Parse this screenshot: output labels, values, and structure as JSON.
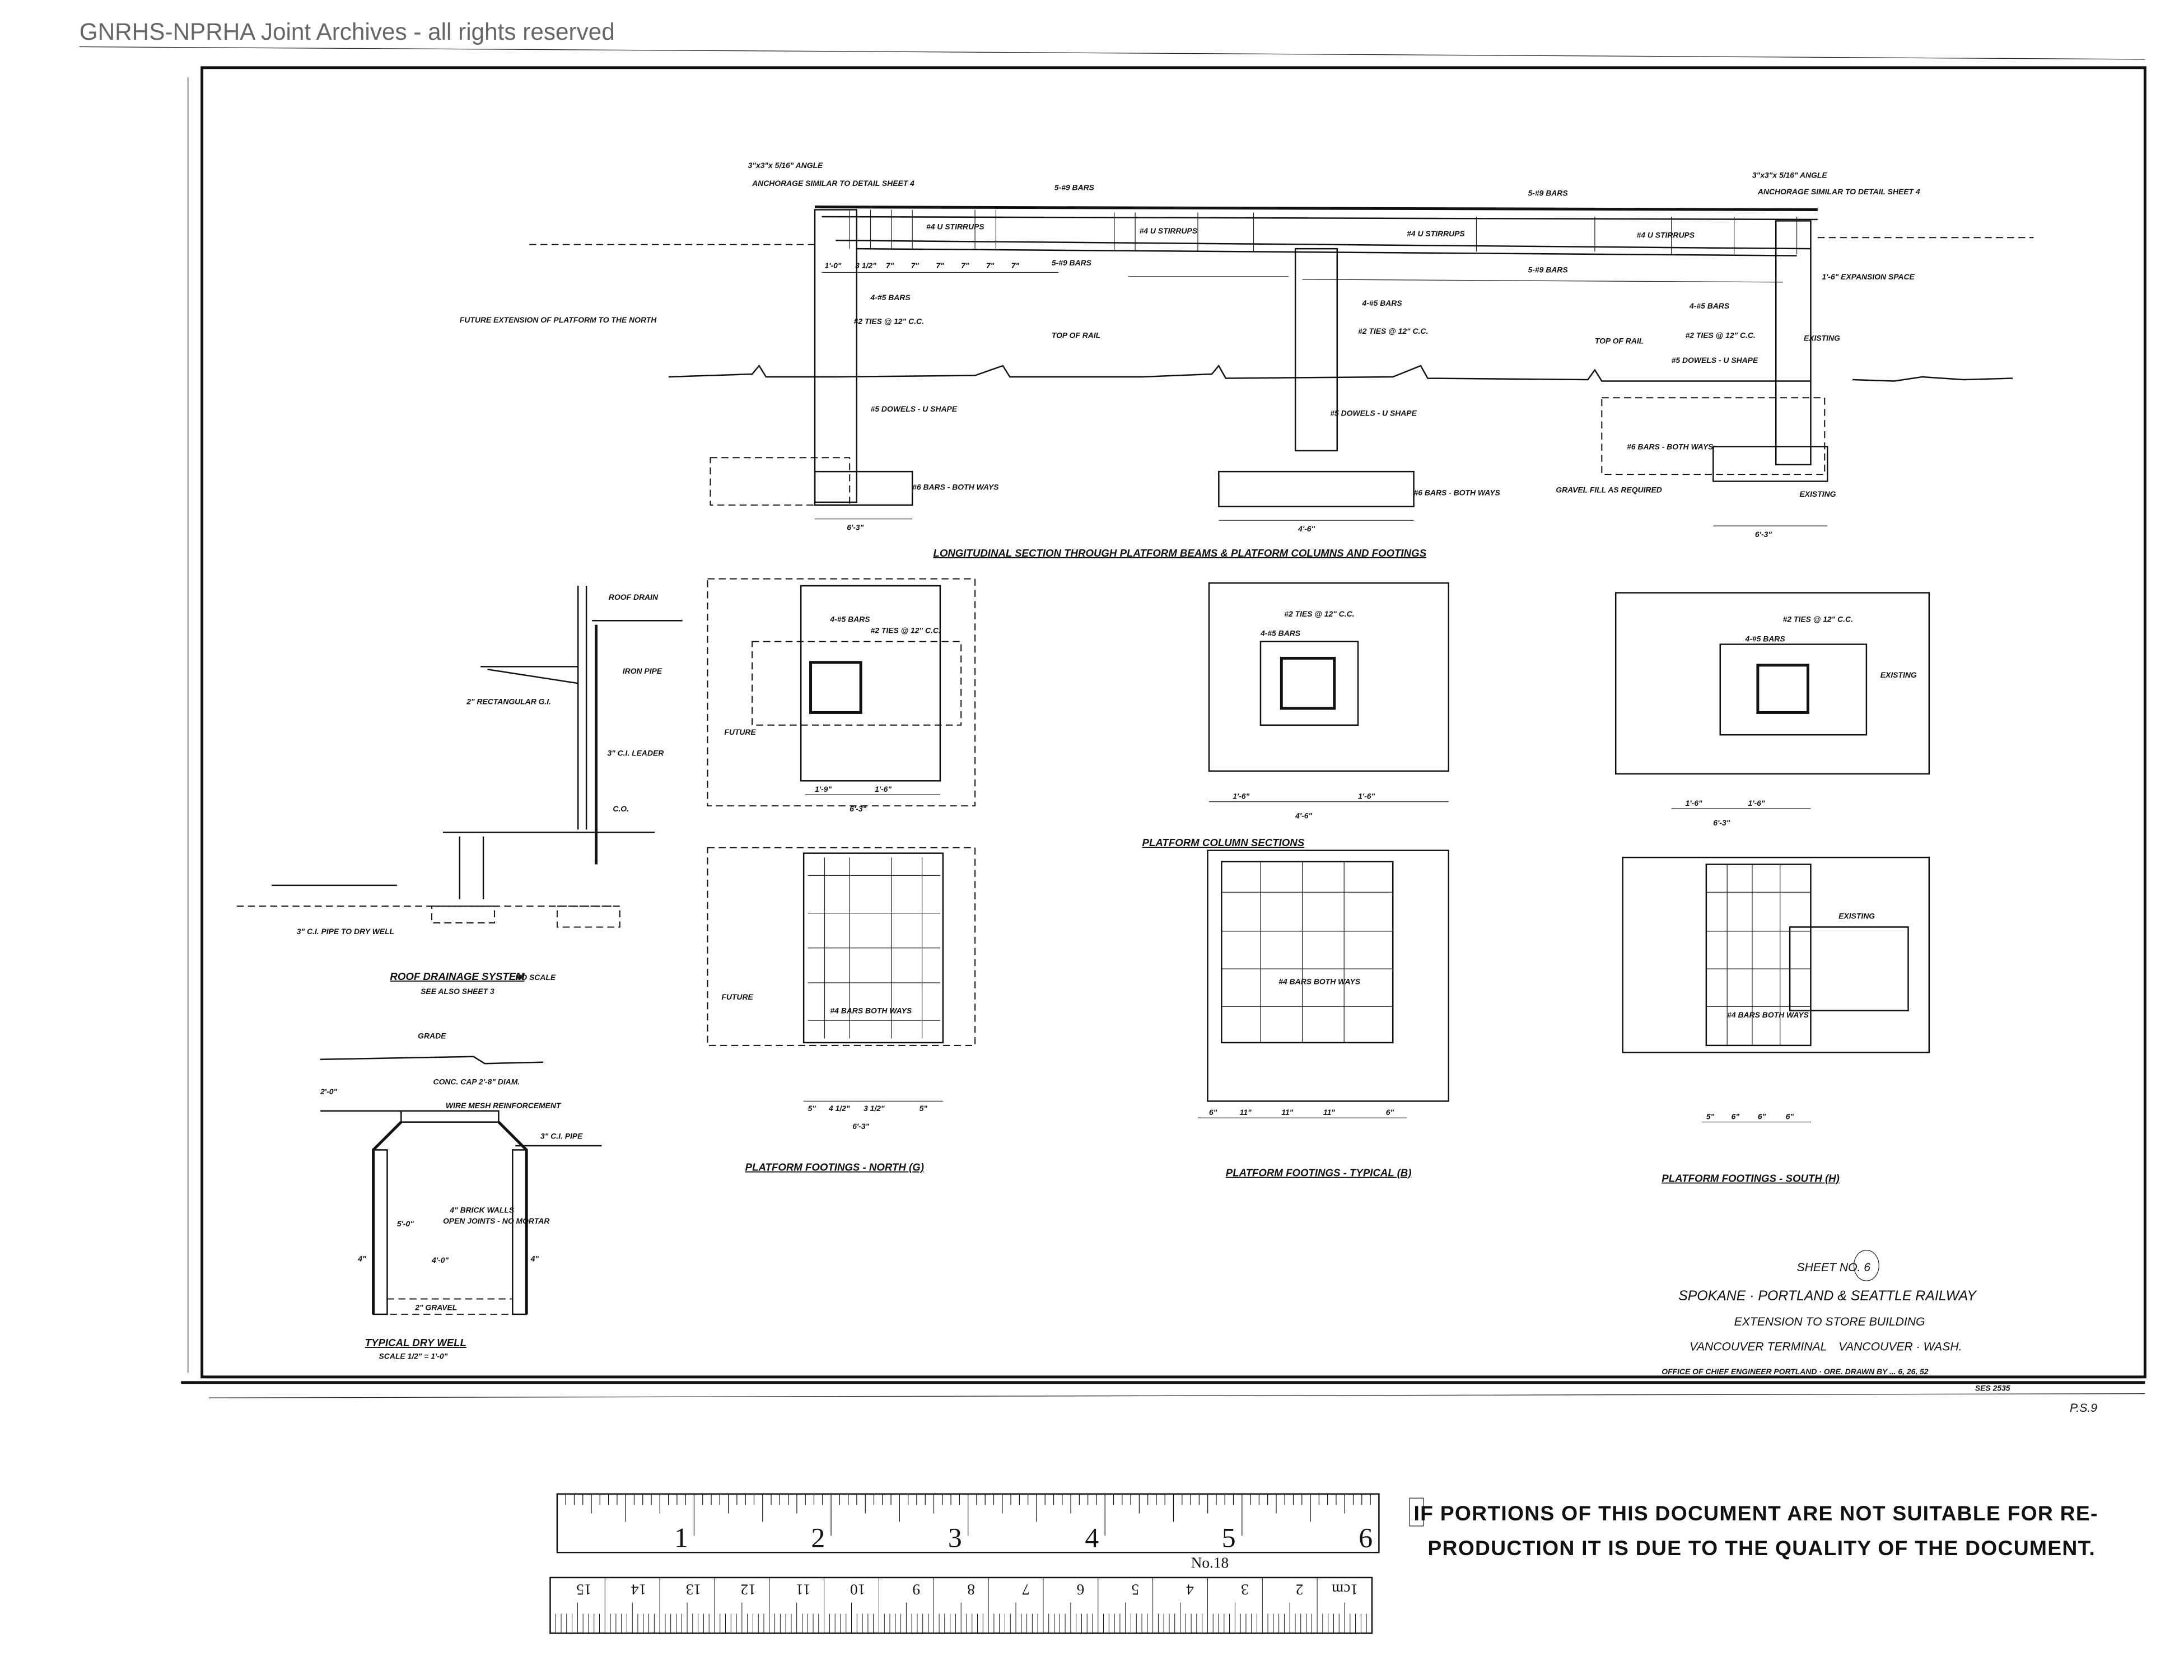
{
  "header": {
    "watermark": "GNRHS-NPRHA Joint Archives - all rights reserved"
  },
  "longitudinal_section": {
    "angle_left": "3\"x3\"x 5/16\" ANGLE",
    "anchorage_left": "ANCHORAGE SIMILAR TO DETAIL SHEET 4",
    "angle_right": "3\"x3\"x 5/16\" ANGLE",
    "anchorage_right": "ANCHORAGE SIMILAR TO DETAIL SHEET 4",
    "top_bars": [
      "5-#9 BARS",
      "5-#9 BARS"
    ],
    "bottom_bars": [
      "5-#9 BARS",
      "5-#9 BARS"
    ],
    "stirrups": [
      "#4 U STIRRUPS",
      "#4 U STIRRUPS",
      "#4 U STIRRUPS",
      "#4 U STIRRUPS"
    ],
    "future_extension": "FUTURE EXTENSION OF PLATFORM TO THE NORTH",
    "column_bars": [
      "4-#5 BARS",
      "4-#5 BARS",
      "4-#5 BARS"
    ],
    "ties": [
      "#2 TIES @ 12\" C.C.",
      "#2 TIES @ 12\" C.C.",
      "#2 TIES @ 12\" C.C."
    ],
    "top_of_rail": [
      "TOP OF RAIL",
      "TOP OF RAIL"
    ],
    "expansion_space": "1'-6\" EXPANSION SPACE",
    "existing": [
      "EXISTING",
      "EXISTING"
    ],
    "dowels": [
      "#5 DOWELS - U SHAPE",
      "#5 DOWELS - U SHAPE",
      "#5 DOWELS - U SHAPE"
    ],
    "footing_bars": [
      "#6 BARS - BOTH WAYS",
      "#6 BARS - BOTH WAYS",
      "#6 BARS - BOTH WAYS"
    ],
    "gravel_fill": "GRAVEL FILL AS REQUIRED",
    "spacing_dims": [
      "1'-0\"",
      "3 1/2\"",
      "7\"",
      "7\"",
      "7\"",
      "7\"",
      "7\"",
      "7\""
    ],
    "footing_dims": [
      "6'-3\"",
      "4'-6\"",
      "6'-3\""
    ],
    "title": "LONGITUDINAL SECTION THROUGH PLATFORM BEAMS & PLATFORM COLUMNS AND FOOTINGS"
  },
  "column_sections": {
    "title": "PLATFORM COLUMN SECTIONS",
    "north": {
      "bars": "4-#5 BARS",
      "ties": "#2 TIES @ 12\" C.C.",
      "future": "FUTURE",
      "dims": [
        "1'-9\"",
        "1'-6\"",
        "6'-3\""
      ]
    },
    "typical": {
      "bars": "4-#5 BARS",
      "ties": "#2 TIES @ 12\" C.C.",
      "dims": [
        "1'-6\"",
        "1'-6\"",
        "4'-6\""
      ]
    },
    "south": {
      "bars": "4-#5 BARS",
      "ties": "#2 TIES @ 12\" C.C.",
      "existing": "EXISTING",
      "dims": [
        "1'-6\"",
        "1'-6\"",
        "6'-3\""
      ]
    }
  },
  "footings": {
    "north": {
      "title": "PLATFORM FOOTINGS - NORTH (G)",
      "bars": "#4 BARS BOTH WAYS",
      "future": "FUTURE",
      "dims": [
        "5\"",
        "4 1/2\"",
        "3 1/2\"",
        "5\"",
        "6'-3\""
      ]
    },
    "typical": {
      "title": "PLATFORM FOOTINGS - TYPICAL (B)",
      "bars": "#4 BARS BOTH WAYS",
      "dims": [
        "6\"",
        "11\"",
        "11\"",
        "11\"",
        "6\""
      ]
    },
    "south": {
      "title": "PLATFORM FOOTINGS - SOUTH (H)",
      "bars": "#4 BARS BOTH WAYS",
      "existing": "EXISTING",
      "dims": [
        "5\"",
        "6\"",
        "6\"",
        "6\""
      ]
    }
  },
  "roof_drainage": {
    "roof_drain": "ROOF DRAIN",
    "iron_pipe": "IRON PIPE",
    "gutter": "2\" RECTANGULAR G.I.",
    "leader": "3\" C.I. LEADER",
    "cleanout": "C.O.",
    "pipe": "3\" C.I. PIPE TO DRY WELL",
    "title": "ROOF DRAINAGE SYSTEM",
    "scale": "NO SCALE",
    "see_also": "SEE ALSO SHEET 3"
  },
  "dry_well": {
    "grade": "GRADE",
    "cap": "CONC. CAP 2'-8\" DIAM.",
    "mesh": "WIRE MESH REINFORCEMENT",
    "pipe": "3\" C.I. PIPE",
    "walls": "4\" BRICK WALLS",
    "joints": "OPEN JOINTS - NO MORTAR",
    "width": "4'-0\"",
    "height": "5'-0\"",
    "depth": "2'-0\"",
    "wall_l": "4\"",
    "wall_r": "4\"",
    "gravel": "2\" GRAVEL",
    "title": "TYPICAL DRY WELL",
    "scale": "SCALE 1/2\" = 1'-0\""
  },
  "title_block": {
    "sheet": "SHEET NO. 6",
    "railway": "SPOKANE · PORTLAND & SEATTLE RAILWAY",
    "project": "EXTENSION TO STORE BUILDING",
    "terminal": "VANCOUVER TERMINAL",
    "city": "VANCOUVER · WASH.",
    "office": "OFFICE OF CHIEF ENGINEER   PORTLAND · ORE.   DRAWN BY ... 6, 26, 52",
    "drawing_no": "SES 2535",
    "page": "P.S.9"
  },
  "ruler": {
    "inches": [
      "1",
      "2",
      "3",
      "4",
      "5",
      "6"
    ],
    "cm": [
      "1cm",
      "2",
      "3",
      "4",
      "5",
      "6",
      "7",
      "8",
      "9",
      "10",
      "11",
      "12",
      "13",
      "14",
      "15"
    ],
    "model": "No.18"
  },
  "stamp": {
    "line1": "IF PORTIONS OF THIS DOCUMENT ARE NOT SUITABLE FOR RE-",
    "line2": "PRODUCTION IT IS DUE TO THE QUALITY OF THE DOCUMENT."
  }
}
